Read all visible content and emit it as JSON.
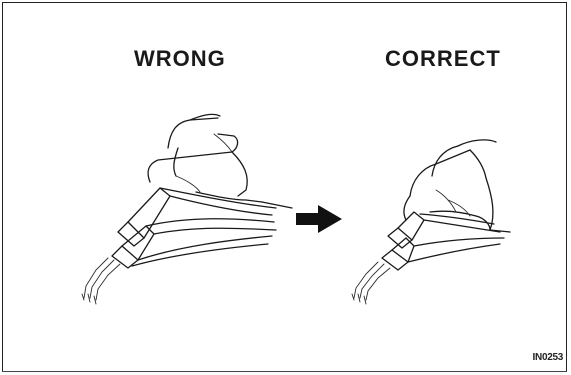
{
  "labels": {
    "wrong": "WRONG",
    "correct": "CORRECT"
  },
  "figure_id": "IN0253",
  "colors": {
    "ink": "#1a1a1a",
    "background": "#ffffff"
  }
}
